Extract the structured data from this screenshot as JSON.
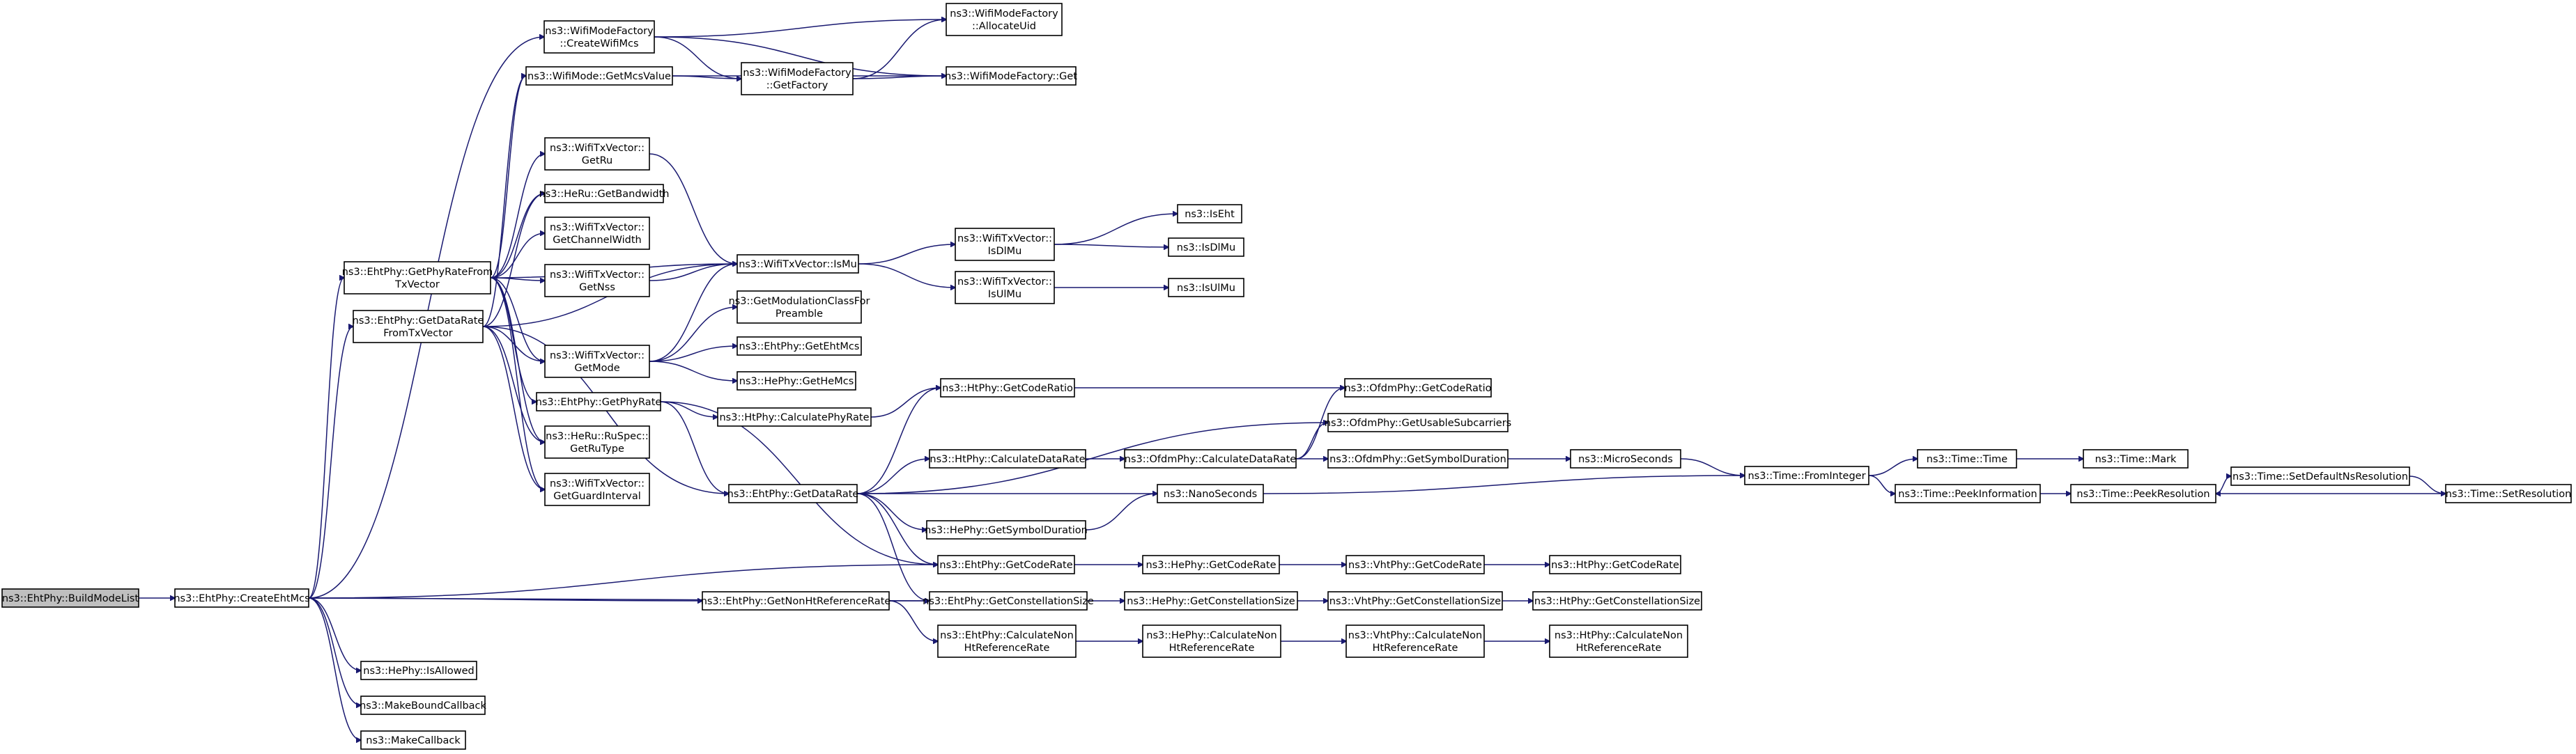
{
  "diagram": {
    "edge_color": "#191970",
    "root_fill": "#bfbfbf",
    "nodes": [
      {
        "id": "BuildModeList",
        "lines": [
          "ns3::EhtPhy::BuildModeList"
        ],
        "root": true
      },
      {
        "id": "CreateEhtMcs",
        "lines": [
          "ns3::EhtPhy::CreateEhtMcs"
        ]
      },
      {
        "id": "WMF_CreateWifiMcs",
        "lines": [
          "ns3::WifiModeFactory",
          "::CreateWifiMcs"
        ]
      },
      {
        "id": "WM_GetMcsValue",
        "lines": [
          "ns3::WifiMode::GetMcsValue"
        ]
      },
      {
        "id": "WMF_AllocateUid",
        "lines": [
          "ns3::WifiModeFactory",
          "::AllocateUid"
        ]
      },
      {
        "id": "WMF_GetFactory",
        "lines": [
          "ns3::WifiModeFactory",
          "::GetFactory"
        ]
      },
      {
        "id": "WMF_Get",
        "lines": [
          "ns3::WifiModeFactory::Get"
        ]
      },
      {
        "id": "EHT_GetPhyRateFromTxVector",
        "lines": [
          "ns3::EhtPhy::GetPhyRateFrom",
          "TxVector"
        ]
      },
      {
        "id": "EHT_GetDataRateFromTxVector",
        "lines": [
          "ns3::EhtPhy::GetDataRate",
          "FromTxVector"
        ]
      },
      {
        "id": "TXV_GetRu",
        "lines": [
          "ns3::WifiTxVector::",
          "GetRu"
        ]
      },
      {
        "id": "HeRu_GetBandwidth",
        "lines": [
          "ns3::HeRu::GetBandwidth"
        ]
      },
      {
        "id": "TXV_GetChannelWidth",
        "lines": [
          "ns3::WifiTxVector::",
          "GetChannelWidth"
        ]
      },
      {
        "id": "TXV_GetNss",
        "lines": [
          "ns3::WifiTxVector::",
          "GetNss"
        ]
      },
      {
        "id": "TXV_IsMu",
        "lines": [
          "ns3::WifiTxVector::IsMu"
        ]
      },
      {
        "id": "TXV_IsDlMu",
        "lines": [
          "ns3::WifiTxVector::",
          "IsDlMu"
        ]
      },
      {
        "id": "TXV_IsUlMu",
        "lines": [
          "ns3::WifiTxVector::",
          "IsUlMu"
        ]
      },
      {
        "id": "IsEht",
        "lines": [
          "ns3::IsEht"
        ]
      },
      {
        "id": "IsDlMu",
        "lines": [
          "ns3::IsDlMu"
        ]
      },
      {
        "id": "IsUlMu",
        "lines": [
          "ns3::IsUlMu"
        ]
      },
      {
        "id": "GetModClassForPreamble",
        "lines": [
          "ns3::GetModulationClassFor",
          "Preamble"
        ]
      },
      {
        "id": "TXV_GetMode",
        "lines": [
          "ns3::WifiTxVector::",
          "GetMode"
        ]
      },
      {
        "id": "EHT_GetEhtMcs",
        "lines": [
          "ns3::EhtPhy::GetEhtMcs"
        ]
      },
      {
        "id": "HE_GetHeMcs",
        "lines": [
          "ns3::HePhy::GetHeMcs"
        ]
      },
      {
        "id": "EHT_GetPhyRate",
        "lines": [
          "ns3::EhtPhy::GetPhyRate"
        ]
      },
      {
        "id": "HT_CalculatePhyRate",
        "lines": [
          "ns3::HtPhy::CalculatePhyRate"
        ]
      },
      {
        "id": "HT_GetCodeRatio",
        "lines": [
          "ns3::HtPhy::GetCodeRatio"
        ]
      },
      {
        "id": "OFDM_GetCodeRatio",
        "lines": [
          "ns3::OfdmPhy::GetCodeRatio"
        ]
      },
      {
        "id": "OFDM_GetUsableSubcarriers",
        "lines": [
          "ns3::OfdmPhy::GetUsableSubcarriers"
        ]
      },
      {
        "id": "HeRu_GetRuType",
        "lines": [
          "ns3::HeRu::RuSpec::",
          "GetRuType"
        ]
      },
      {
        "id": "TXV_GetGuardInterval",
        "lines": [
          "ns3::WifiTxVector::",
          "GetGuardInterval"
        ]
      },
      {
        "id": "EHT_GetDataRate",
        "lines": [
          "ns3::EhtPhy::GetDataRate"
        ]
      },
      {
        "id": "HT_CalculateDataRate",
        "lines": [
          "ns3::HtPhy::CalculateDataRate"
        ]
      },
      {
        "id": "OFDM_CalculateDataRate",
        "lines": [
          "ns3::OfdmPhy::CalculateDataRate"
        ]
      },
      {
        "id": "OFDM_GetSymbolDuration",
        "lines": [
          "ns3::OfdmPhy::GetSymbolDuration"
        ]
      },
      {
        "id": "MicroSeconds",
        "lines": [
          "ns3::MicroSeconds"
        ]
      },
      {
        "id": "NanoSeconds",
        "lines": [
          "ns3::NanoSeconds"
        ]
      },
      {
        "id": "HE_GetSymbolDuration",
        "lines": [
          "ns3::HePhy::GetSymbolDuration"
        ]
      },
      {
        "id": "Time_FromInteger",
        "lines": [
          "ns3::Time::FromInteger"
        ]
      },
      {
        "id": "Time_Time",
        "lines": [
          "ns3::Time::Time"
        ]
      },
      {
        "id": "Time_Mark",
        "lines": [
          "ns3::Time::Mark"
        ]
      },
      {
        "id": "Time_PeekInformation",
        "lines": [
          "ns3::Time::PeekInformation"
        ]
      },
      {
        "id": "Time_PeekResolution",
        "lines": [
          "ns3::Time::PeekResolution"
        ]
      },
      {
        "id": "Time_SetDefaultNsResolution",
        "lines": [
          "ns3::Time::SetDefaultNsResolution"
        ]
      },
      {
        "id": "Time_SetResolution",
        "lines": [
          "ns3::Time::SetResolution"
        ]
      },
      {
        "id": "EHT_GetCodeRate",
        "lines": [
          "ns3::EhtPhy::GetCodeRate"
        ]
      },
      {
        "id": "HE_GetCodeRate",
        "lines": [
          "ns3::HePhy::GetCodeRate"
        ]
      },
      {
        "id": "VHT_GetCodeRate",
        "lines": [
          "ns3::VhtPhy::GetCodeRate"
        ]
      },
      {
        "id": "HT_GetCodeRate",
        "lines": [
          "ns3::HtPhy::GetCodeRate"
        ]
      },
      {
        "id": "EHT_GetNonHtReferenceRate",
        "lines": [
          "ns3::EhtPhy::GetNonHtReferenceRate"
        ]
      },
      {
        "id": "EHT_GetConstellationSize",
        "lines": [
          "ns3::EhtPhy::GetConstellationSize"
        ]
      },
      {
        "id": "HE_GetConstellationSize",
        "lines": [
          "ns3::HePhy::GetConstellationSize"
        ]
      },
      {
        "id": "VHT_GetConstellationSize",
        "lines": [
          "ns3::VhtPhy::GetConstellationSize"
        ]
      },
      {
        "id": "HT_GetConstellationSize",
        "lines": [
          "ns3::HtPhy::GetConstellationSize"
        ]
      },
      {
        "id": "EHT_CalculateNonHtReferenceRate",
        "lines": [
          "ns3::EhtPhy::CalculateNon",
          "HtReferenceRate"
        ]
      },
      {
        "id": "HE_CalculateNonHtReferenceRate",
        "lines": [
          "ns3::HePhy::CalculateNon",
          "HtReferenceRate"
        ]
      },
      {
        "id": "VHT_CalculateNonHtReferenceRate",
        "lines": [
          "ns3::VhtPhy::CalculateNon",
          "HtReferenceRate"
        ]
      },
      {
        "id": "HT_CalculateNonHtReferenceRate",
        "lines": [
          "ns3::HtPhy::CalculateNon",
          "HtReferenceRate"
        ]
      },
      {
        "id": "HE_IsAllowed",
        "lines": [
          "ns3::HePhy::IsAllowed"
        ]
      },
      {
        "id": "MakeBoundCallback",
        "lines": [
          "ns3::MakeBoundCallback"
        ]
      },
      {
        "id": "MakeCallback",
        "lines": [
          "ns3::MakeCallback"
        ]
      }
    ],
    "edges": [
      [
        "BuildModeList",
        "CreateEhtMcs"
      ],
      [
        "CreateEhtMcs",
        "WMF_CreateWifiMcs"
      ],
      [
        "CreateEhtMcs",
        "EHT_GetPhyRateFromTxVector"
      ],
      [
        "CreateEhtMcs",
        "EHT_GetDataRateFromTxVector"
      ],
      [
        "CreateEhtMcs",
        "EHT_GetCodeRate"
      ],
      [
        "CreateEhtMcs",
        "EHT_GetNonHtReferenceRate"
      ],
      [
        "CreateEhtMcs",
        "EHT_GetConstellationSize"
      ],
      [
        "CreateEhtMcs",
        "HE_IsAllowed"
      ],
      [
        "CreateEhtMcs",
        "MakeBoundCallback"
      ],
      [
        "CreateEhtMcs",
        "MakeCallback"
      ],
      [
        "WMF_CreateWifiMcs",
        "WMF_AllocateUid"
      ],
      [
        "WMF_CreateWifiMcs",
        "WMF_GetFactory"
      ],
      [
        "WMF_CreateWifiMcs",
        "WMF_Get"
      ],
      [
        "WM_GetMcsValue",
        "WMF_GetFactory"
      ],
      [
        "WM_GetMcsValue",
        "WMF_Get"
      ],
      [
        "WMF_GetFactory",
        "WMF_AllocateUid"
      ],
      [
        "WMF_GetFactory",
        "WMF_Get"
      ],
      [
        "EHT_GetPhyRateFromTxVector",
        "WM_GetMcsValue"
      ],
      [
        "EHT_GetPhyRateFromTxVector",
        "TXV_GetRu"
      ],
      [
        "EHT_GetPhyRateFromTxVector",
        "HeRu_GetBandwidth"
      ],
      [
        "EHT_GetPhyRateFromTxVector",
        "TXV_GetChannelWidth"
      ],
      [
        "EHT_GetPhyRateFromTxVector",
        "TXV_GetNss"
      ],
      [
        "EHT_GetPhyRateFromTxVector",
        "TXV_IsMu"
      ],
      [
        "EHT_GetPhyRateFromTxVector",
        "TXV_GetMode"
      ],
      [
        "EHT_GetPhyRateFromTxVector",
        "EHT_GetPhyRate"
      ],
      [
        "EHT_GetPhyRateFromTxVector",
        "HeRu_GetRuType"
      ],
      [
        "EHT_GetPhyRateFromTxVector",
        "TXV_GetGuardInterval"
      ],
      [
        "EHT_GetDataRateFromTxVector",
        "WM_GetMcsValue"
      ],
      [
        "EHT_GetDataRateFromTxVector",
        "HeRu_GetBandwidth"
      ],
      [
        "EHT_GetDataRateFromTxVector",
        "TXV_IsMu"
      ],
      [
        "EHT_GetDataRateFromTxVector",
        "TXV_GetMode"
      ],
      [
        "EHT_GetDataRateFromTxVector",
        "HeRu_GetRuType"
      ],
      [
        "EHT_GetDataRateFromTxVector",
        "TXV_GetGuardInterval"
      ],
      [
        "EHT_GetDataRateFromTxVector",
        "EHT_GetDataRate"
      ],
      [
        "TXV_GetRu",
        "TXV_IsMu"
      ],
      [
        "TXV_GetNss",
        "TXV_IsMu"
      ],
      [
        "TXV_IsMu",
        "TXV_IsDlMu"
      ],
      [
        "TXV_IsMu",
        "TXV_IsUlMu"
      ],
      [
        "TXV_IsDlMu",
        "IsEht"
      ],
      [
        "TXV_IsDlMu",
        "IsDlMu"
      ],
      [
        "TXV_IsUlMu",
        "IsUlMu"
      ],
      [
        "TXV_GetMode",
        "TXV_IsMu"
      ],
      [
        "TXV_GetMode",
        "GetModClassForPreamble"
      ],
      [
        "TXV_GetMode",
        "EHT_GetEhtMcs"
      ],
      [
        "TXV_GetMode",
        "HE_GetHeMcs"
      ],
      [
        "EHT_GetPhyRate",
        "HT_CalculatePhyRate"
      ],
      [
        "EHT_GetPhyRate",
        "EHT_GetDataRate"
      ],
      [
        "EHT_GetPhyRate",
        "EHT_GetCodeRate"
      ],
      [
        "HT_CalculatePhyRate",
        "HT_GetCodeRatio"
      ],
      [
        "HT_GetCodeRatio",
        "OFDM_GetCodeRatio"
      ],
      [
        "EHT_GetDataRate",
        "HT_GetCodeRatio"
      ],
      [
        "EHT_GetDataRate",
        "OFDM_GetUsableSubcarriers"
      ],
      [
        "EHT_GetDataRate",
        "HT_CalculateDataRate"
      ],
      [
        "EHT_GetDataRate",
        "NanoSeconds"
      ],
      [
        "EHT_GetDataRate",
        "HE_GetSymbolDuration"
      ],
      [
        "EHT_GetDataRate",
        "EHT_GetCodeRate"
      ],
      [
        "EHT_GetDataRate",
        "EHT_GetConstellationSize"
      ],
      [
        "HT_CalculateDataRate",
        "OFDM_CalculateDataRate"
      ],
      [
        "OFDM_CalculateDataRate",
        "OFDM_GetCodeRatio"
      ],
      [
        "OFDM_CalculateDataRate",
        "OFDM_GetUsableSubcarriers"
      ],
      [
        "OFDM_CalculateDataRate",
        "OFDM_GetSymbolDuration"
      ],
      [
        "OFDM_GetSymbolDuration",
        "MicroSeconds"
      ],
      [
        "MicroSeconds",
        "Time_FromInteger"
      ],
      [
        "NanoSeconds",
        "Time_FromInteger"
      ],
      [
        "HE_GetSymbolDuration",
        "NanoSeconds"
      ],
      [
        "Time_FromInteger",
        "Time_Time"
      ],
      [
        "Time_FromInteger",
        "Time_PeekInformation"
      ],
      [
        "Time_Time",
        "Time_Mark"
      ],
      [
        "Time_PeekInformation",
        "Time_PeekResolution"
      ],
      [
        "Time_PeekResolution",
        "Time_SetDefaultNsResolution"
      ],
      [
        "Time_SetDefaultNsResolution",
        "Time_SetResolution"
      ],
      [
        "Time_SetResolution",
        "Time_PeekResolution"
      ],
      [
        "EHT_GetCodeRate",
        "HE_GetCodeRate"
      ],
      [
        "HE_GetCodeRate",
        "VHT_GetCodeRate"
      ],
      [
        "VHT_GetCodeRate",
        "HT_GetCodeRate"
      ],
      [
        "EHT_GetNonHtReferenceRate",
        "EHT_GetConstellationSize"
      ],
      [
        "EHT_GetNonHtReferenceRate",
        "EHT_CalculateNonHtReferenceRate"
      ],
      [
        "EHT_GetConstellationSize",
        "HE_GetConstellationSize"
      ],
      [
        "HE_GetConstellationSize",
        "VHT_GetConstellationSize"
      ],
      [
        "VHT_GetConstellationSize",
        "HT_GetConstellationSize"
      ],
      [
        "EHT_CalculateNonHtReferenceRate",
        "HE_CalculateNonHtReferenceRate"
      ],
      [
        "HE_CalculateNonHtReferenceRate",
        "VHT_CalculateNonHtReferenceRate"
      ],
      [
        "VHT_CalculateNonHtReferenceRate",
        "HT_CalculateNonHtReferenceRate"
      ]
    ]
  }
}
